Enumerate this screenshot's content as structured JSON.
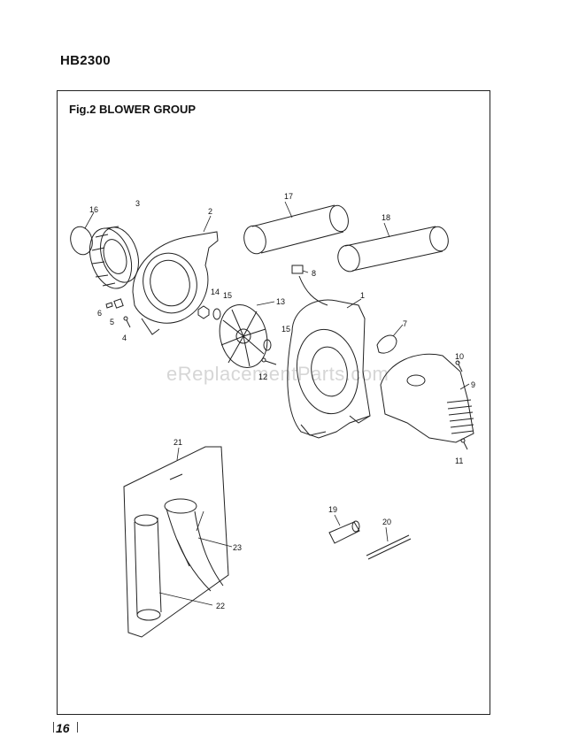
{
  "page": {
    "model": "HB2300",
    "figure_title": "Fig.2 BLOWER GROUP",
    "page_number": "16",
    "watermark": "eReplacementParts.com"
  },
  "callouts": [
    "1",
    "2",
    "3",
    "4",
    "5",
    "6",
    "7",
    "8",
    "9",
    "10",
    "11",
    "12",
    "13",
    "14",
    "15",
    "15",
    "16",
    "17",
    "18",
    "19",
    "20",
    "21",
    "22",
    "23"
  ]
}
